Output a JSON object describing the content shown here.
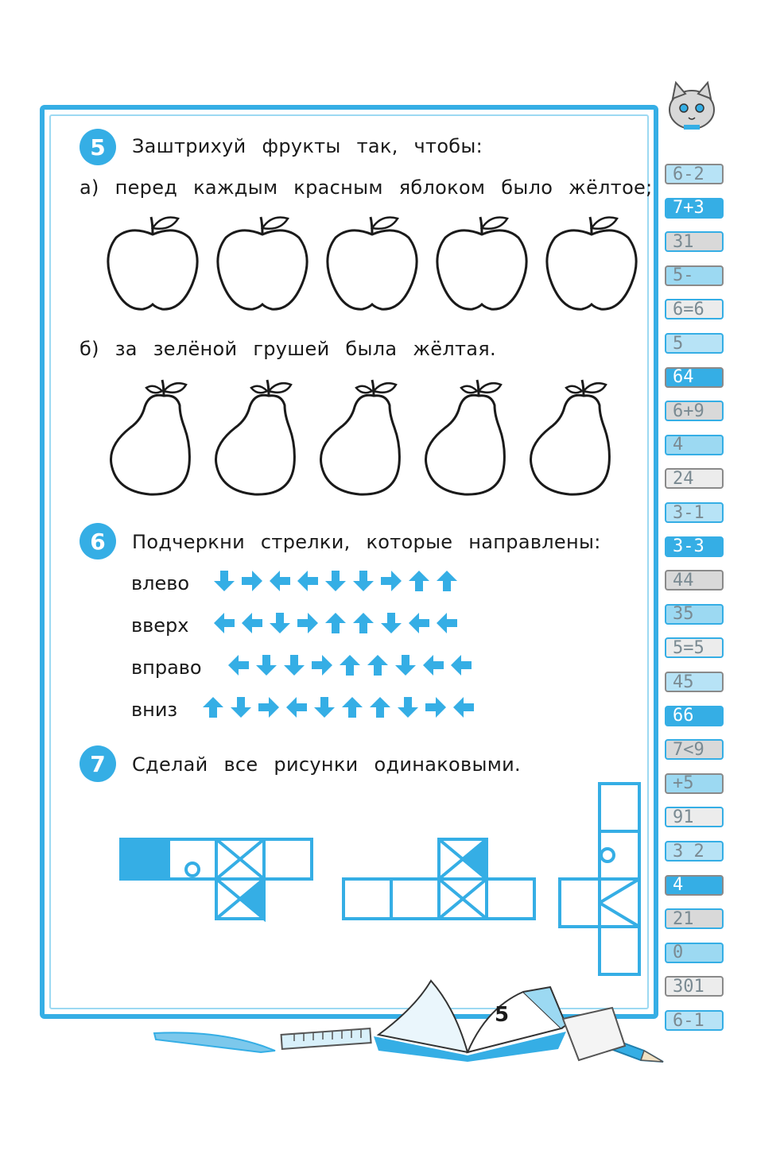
{
  "colors": {
    "accent": "#35aee5",
    "accent_light": "#9cd9f2",
    "spine_grey": "#bdbdbd"
  },
  "task5": {
    "number": "5",
    "title": "Заштрихуй фрукты так, чтобы:",
    "part_a": "а) перед каждым красным яблоком было жёлтое;",
    "part_b": "б) за зелёной грушей была жёлтая.",
    "apples_count": 5,
    "pears_count": 5
  },
  "task6": {
    "number": "6",
    "title": "Подчеркни стрелки, которые направлены:",
    "rows": [
      {
        "label": "влево",
        "arrows": [
          "down",
          "right",
          "left",
          "left",
          "down",
          "down",
          "right",
          "up",
          "up"
        ]
      },
      {
        "label": "вверх",
        "arrows": [
          "left",
          "left",
          "down",
          "right",
          "up",
          "up",
          "down",
          "left",
          "left"
        ]
      },
      {
        "label": "вправо",
        "arrows": [
          "left",
          "down",
          "down",
          "right",
          "up",
          "up",
          "down",
          "left",
          "left"
        ]
      },
      {
        "label": "вниз",
        "arrows": [
          "up",
          "down",
          "right",
          "left",
          "down",
          "up",
          "up",
          "down",
          "right",
          "left"
        ]
      }
    ]
  },
  "task7": {
    "number": "7",
    "title": "Сделай все рисунки одинаковыми."
  },
  "spines": [
    "6-2",
    "7+3",
    "31",
    "5-",
    "6=6",
    "5",
    "64",
    "6+9",
    "4",
    "24",
    "3-1",
    "3-3",
    "44",
    "35",
    "5=5",
    "45",
    "66",
    "7<9",
    "+5",
    "91",
    "3 2",
    "4",
    "21",
    "0",
    "301",
    "6-1"
  ],
  "page_number": "5"
}
